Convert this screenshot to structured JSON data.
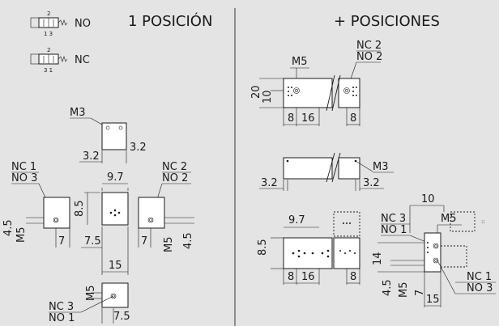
{
  "left": {
    "title": "1 POSICIÓN",
    "symbol_no": {
      "label": "NO",
      "port_top": "2",
      "port_bottom": "1 3"
    },
    "symbol_nc": {
      "label": "NC",
      "port_top": "2",
      "port_bottom": "3 1"
    },
    "top_view": {
      "thread": "M3",
      "dim_left": "3.2",
      "dim_right": "3.2"
    },
    "center_view": {
      "width": "9.7",
      "height": "8.5"
    },
    "left_view": {
      "nc": "NC 1",
      "no": "NO 3",
      "dim_a": "4.5",
      "dim_b": "M5",
      "dim_c": "7"
    },
    "right_view": {
      "nc": "NC 2",
      "no": "NO 2",
      "dim_a": "7",
      "dim_b": "M5",
      "dim_c": "4.5"
    },
    "mid_dims": {
      "left": "7.5",
      "bottom": "15"
    },
    "bottom_view": {
      "thread": "M5",
      "nc": "NC 3",
      "no": "NO 1",
      "dim": "7.5"
    }
  },
  "right": {
    "title": "+ POSICIONES",
    "top_block": {
      "thread": "M5",
      "nc": "NC 2",
      "no": "NO 2",
      "h1": "20",
      "h2": "10",
      "w1": "8",
      "w2": "16",
      "w3": "8"
    },
    "side_block": {
      "thread": "M3",
      "dim_left": "3.2",
      "dim_right": "3.2"
    },
    "front_block": {
      "width": "9.7",
      "height": "8.5",
      "w1": "8",
      "w2": "16",
      "w3": "8"
    },
    "side_detail": {
      "top": "10",
      "thread": "M5",
      "nc3": "NC 3",
      "no1": "NO 1",
      "h": "14",
      "d1": "4.5",
      "d2": "M5",
      "d3": "7",
      "d4": "15",
      "nc1": "NC 1",
      "no3": "NO 3"
    }
  }
}
